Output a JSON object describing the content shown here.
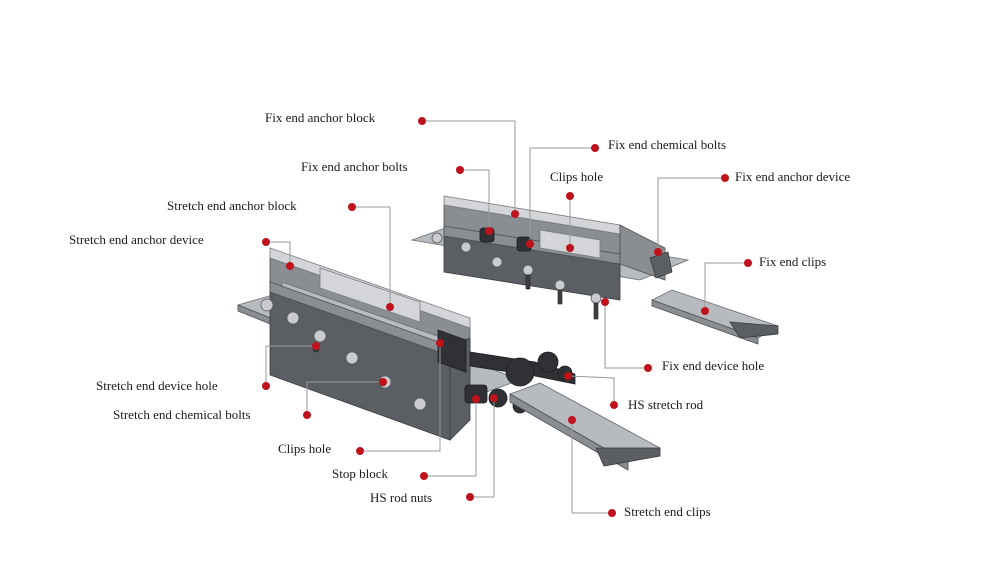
{
  "labels": {
    "fix_end_anchor_block": "Fix end anchor block",
    "fix_end_chemical_bolts": "Fix end chemical bolts",
    "fix_end_anchor_bolts": "Fix end anchor bolts",
    "clips_hole_top": "Clips hole",
    "fix_end_anchor_device": "Fix end anchor device",
    "stretch_end_anchor_block": "Stretch end anchor block",
    "stretch_end_anchor_device": "Stretch end anchor device",
    "fix_end_clips": "Fix end clips",
    "fix_end_device_hole": "Fix end device hole",
    "hs_stretch_rod": "HS stretch rod",
    "stretch_end_device_hole": "Stretch end device hole",
    "stretch_end_chemical_bolts": "Stretch end chemical bolts",
    "clips_hole_bottom": "Clips hole",
    "stop_block": "Stop block",
    "hs_rod_nuts": "HS rod nuts",
    "stretch_end_clips": "Stretch end clips"
  },
  "colors": {
    "marker": "#c0121c",
    "leader": "#9a9a9a",
    "metal": "#8a8d91"
  }
}
